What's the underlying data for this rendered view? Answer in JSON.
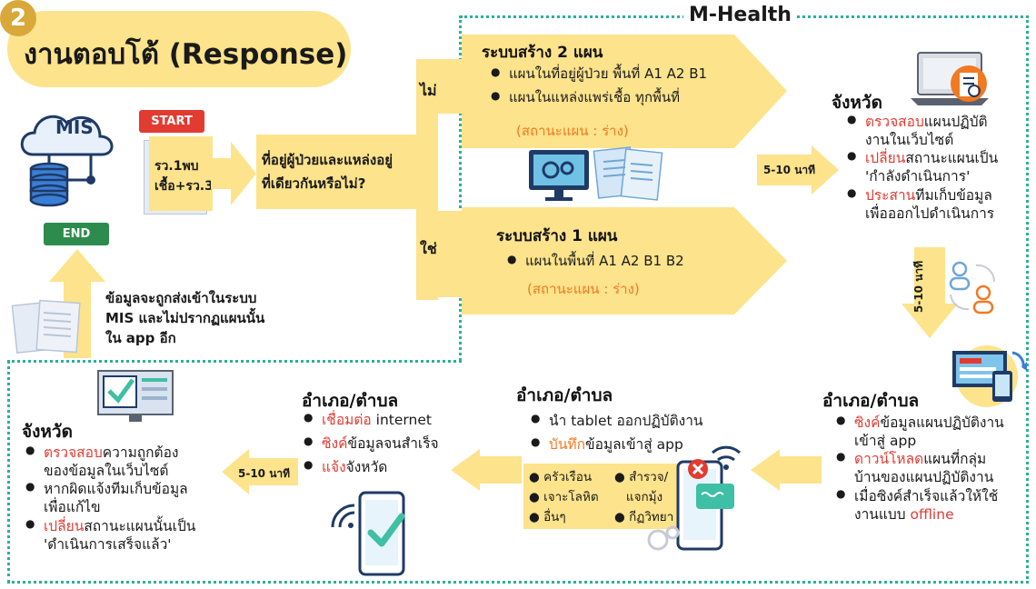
{
  "step_number": "2",
  "title": "งานตอบโต้ (Response)",
  "mhealth_label": "M-Health",
  "mis": {
    "cloud_label": "MIS",
    "start_label": "START",
    "end_label": "END",
    "doc_line1": "รว.1พบ",
    "doc_line2": "เชื้อ+รว.3"
  },
  "question": {
    "line1": "ที่อยู่ผู้ป่วยและแหล่งอยู่",
    "line2": "ที่เดียวกันหรือไม่?"
  },
  "branch_no_label": "ไม่",
  "branch_yes_label": "ใช่",
  "plan2": {
    "title": "ระบบสร้าง 2 แผน",
    "item1": "แผนในที่อยู่ผู้ป่วย พื้นที่ A1 A2 B1",
    "item2": "แผนในแหล่งแพร่เชื้อ ทุกพื้นที่",
    "status": "(สถานะแผน : ร่าง)"
  },
  "plan1": {
    "title": "ระบบสร้าง 1 แผน",
    "item1": "แผนในพื้นที่ A1 A2 B1 B2",
    "status": "(สถานะแผน : ร่าง)"
  },
  "timing": {
    "t1": "5-10 นาที",
    "t2": "5-10 นาที",
    "t3": "5-10 นาที"
  },
  "province_top": {
    "title": "จังหวัด",
    "i1_hl": "ตรวจสอบ",
    "i1_rest": "แผนปฏิบัติ",
    "i1_line2": "งานในเว็บไซต์",
    "i2_hl": "เปลี่ยน",
    "i2_rest": "สถานะแผนเป็น",
    "i2_line2": "'กำลังดำเนินการ'",
    "i3_hl": "ประสาน",
    "i3_rest": "ทีมเก็บข้อมูล",
    "i3_line2": "เพื่อออกไปดำเนินการ"
  },
  "district_right": {
    "title": "อำเภอ/ตำบล",
    "i1_hl": "ซิงค์",
    "i1_rest": "ข้อมูลแผนปฏิบัติงาน",
    "i1_line2": "เข้าสู่ app",
    "i2_hl": "ดาวน์โหลด",
    "i2_rest": "แผนที่กลุ่ม",
    "i2_line2": "บ้านของแผนปฏิบัติงาน",
    "i3_line1": "เมื่อซิงค์สำเร็จแล้วให้ใช้",
    "i3_line2a": "งานแบบ ",
    "i3_hl": "offline"
  },
  "district_mid": {
    "title": "อำเภอ/ตำบล",
    "i1": "นำ tablet ออกปฏิบัติงาน",
    "i2_hl": "บันทึก",
    "i2_rest": "ข้อมูลเข้าสู่ app",
    "chips": [
      "ครัวเรือน",
      "สำรวจ/",
      "เจาะโลหิต",
      "แจกมุ้ง",
      "อื่นๆ",
      "กีฏวิทยา"
    ]
  },
  "district_left": {
    "title": "อำเภอ/ตำบล",
    "i1_hl": "เชื่อมต่อ",
    "i1_rest": " internet",
    "i2_hl": "ซิงค์",
    "i2_rest": "ข้อมูลจนสำเร็จ",
    "i3_hl": "แจ้ง",
    "i3_rest": "จังหวัด"
  },
  "province_bottom": {
    "title": "จังหวัด",
    "i1_hl": "ตรวจสอบ",
    "i1_rest": "ความถูกต้อง",
    "i1_line2": "ของข้อมูลในเว็บไซต์",
    "i2_line1": "หากผิดแจ้งทีมเก็บข้อมูล",
    "i2_line2": "เพื่อแก้ไข",
    "i3_hl": "เปลี่ยน",
    "i3_rest": "สถานะแผนนั้นเป็น",
    "i3_line2": "'ดำเนินการเสร็จแล้ว'"
  },
  "mis_note": {
    "line1": "ข้อมูลจะถูกส่งเข้าในระบบ",
    "line2": "MIS และไม่ปรากฏแผนนั้น",
    "line3": "ใน app อีก"
  },
  "colors": {
    "accent": "#fde38b",
    "teal": "#2ab09a",
    "red": "#e23b32",
    "orange": "#f07a22",
    "navy": "#1f3a66"
  }
}
